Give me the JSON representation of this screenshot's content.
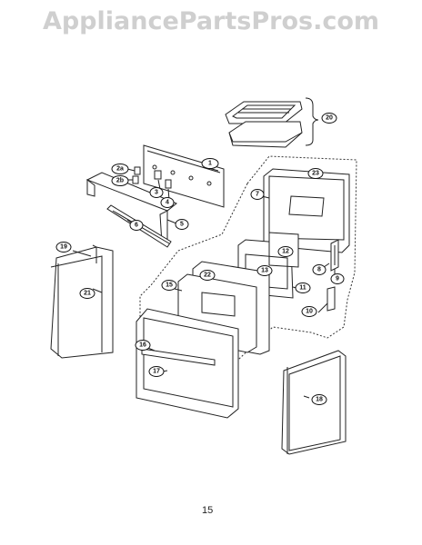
{
  "watermark": "AppliancePartsPros.com",
  "page_number": "15",
  "callouts": [
    "1",
    "2a",
    "2b",
    "3",
    "4",
    "5",
    "6",
    "7",
    "8",
    "9",
    "10",
    "11",
    "12",
    "13",
    "15",
    "16",
    "17",
    "18",
    "19",
    "20",
    "21",
    "22",
    "23"
  ]
}
